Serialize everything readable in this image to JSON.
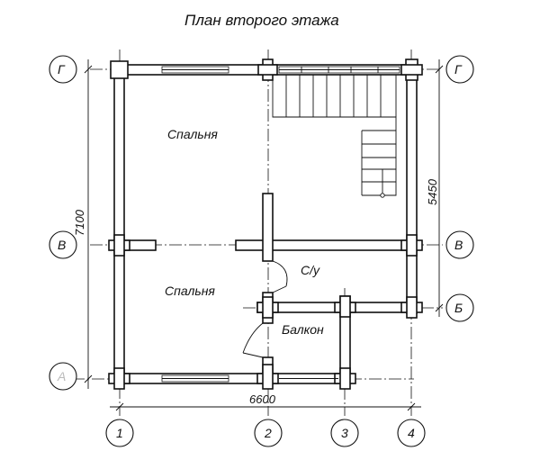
{
  "title": "План второго этажа",
  "rooms": {
    "bedroom_top": "Спальня",
    "bedroom_bottom": "Спальня",
    "wc": "С/у",
    "balcony": "Балкон"
  },
  "dimensions": {
    "height_left": "7100",
    "height_right": "5450",
    "width_bottom": "6600"
  },
  "axes": {
    "row_g": "Г",
    "row_v": "В",
    "row_b": "Б",
    "row_a": "А",
    "col_1": "1",
    "col_2": "2",
    "col_3": "3",
    "col_4": "4"
  }
}
